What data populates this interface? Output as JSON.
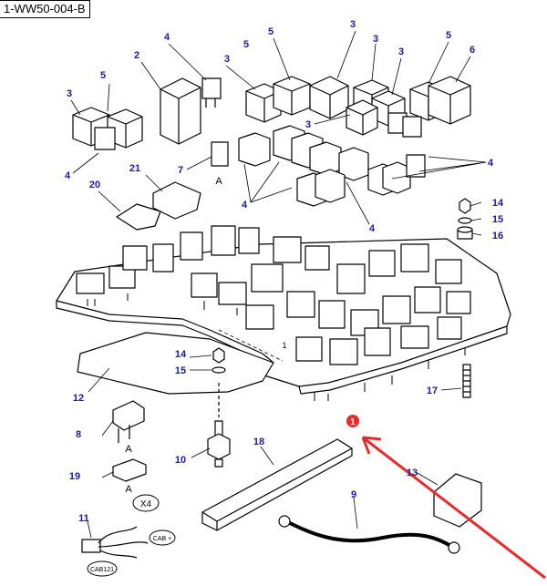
{
  "part_ref": "1-WW50-004-B",
  "colors": {
    "callout": "#1a1aa6",
    "line": "#000000",
    "accent": "#e52b2b"
  },
  "callouts": {
    "c2": "2",
    "c4a": "4",
    "c5a": "5",
    "c3a": "3",
    "c5b": "5",
    "c3b": "3",
    "c3c": "3",
    "c3d": "3",
    "c5c": "5",
    "c6": "6",
    "c3e": "3",
    "c4b": "4",
    "c7": "7",
    "c21": "21",
    "c20": "20",
    "c4c": "4",
    "c4d": "4",
    "c4e": "4",
    "c14a": "14",
    "c15a": "15",
    "c16": "16",
    "c12": "12",
    "c14b": "14",
    "c15b": "15",
    "c17": "17",
    "c8": "8",
    "c10": "10",
    "c18": "18",
    "c19": "19",
    "c13": "13",
    "c9": "9",
    "c11": "11",
    "c1": "1",
    "c3f": "3",
    "c5d": "5"
  },
  "labels": {
    "a1": "A",
    "a2": "A",
    "a3": "A",
    "l1": "1",
    "x4": "X4",
    "cab_plus": "CAB +",
    "cab121": "CAB121"
  }
}
